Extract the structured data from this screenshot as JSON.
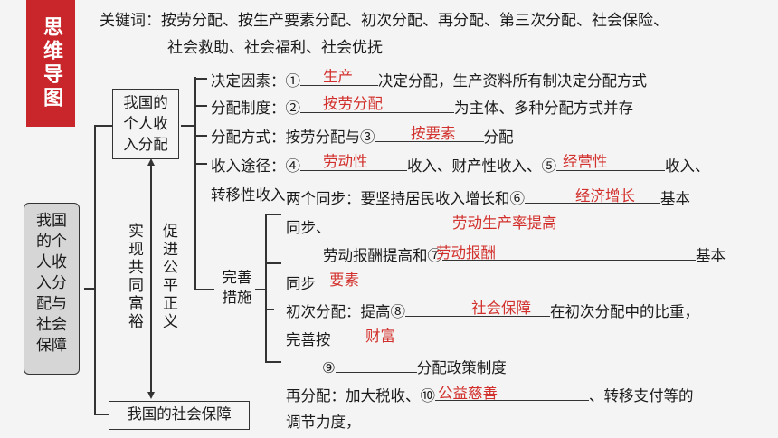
{
  "badge": {
    "label": "思维导图"
  },
  "keywords": {
    "line1": "关键词：按劳分配、按生产要素分配、初次分配、再分配、第三次分配、社会保险、",
    "line2": "社会救助、社会福利、社会优抚"
  },
  "nodes": {
    "root": "我国的个人收入分配与社会保障",
    "personal": "我国的个人收入分配",
    "social": "我国的社会保障",
    "improve": "完善措施",
    "realize": "实现共同富裕",
    "promote": "促进公平正义"
  },
  "rows": {
    "r1_prefix": "决定因素：①",
    "r1_suffix": "决定分配，生产资料所有制决定分配方式",
    "r2_prefix": "分配制度：②",
    "r2_suffix": "为主体、多种分配方式并存",
    "r3_prefix": "分配方式：按劳分配与③",
    "r3_suffix": "分配",
    "r4_prefix": "收入途径：④",
    "r4_mid": "收入、财产性收入、⑤",
    "r4_suffix": "收入、",
    "r5": "转移性收入",
    "m1_prefix": "两个同步：要坚持居民收入增长和⑥",
    "m1_suffix": "基本",
    "m1_line2": "同步、",
    "m2_prefix": "劳动报酬提高和⑦",
    "m2_suffix": "基本",
    "m2_line2": "同步",
    "m3_prefix": "初次分配：提高⑧",
    "m3_suffix": "在初次分配中的比重，",
    "m3_line2": "完善按",
    "m4_prefix": "⑨",
    "m4_suffix": "分配政策制度",
    "m5_prefix": "再分配：加大税收、⑩",
    "m5_suffix": "、转移支付等的",
    "m5_line2": "调节力度，"
  },
  "answers": {
    "a1": "生产",
    "a2": "按劳分配",
    "a3": "按要素",
    "a4": "劳动性",
    "a5": "经营性",
    "a6": "经济增长",
    "a6b": "劳动生产率提高",
    "a7": "劳动报酬",
    "a7b": "要素",
    "a8": "社会保障",
    "a8b": "财富",
    "a10": "公益慈善"
  },
  "colors": {
    "accent": "#c8262a",
    "answer": "#d2302c"
  }
}
